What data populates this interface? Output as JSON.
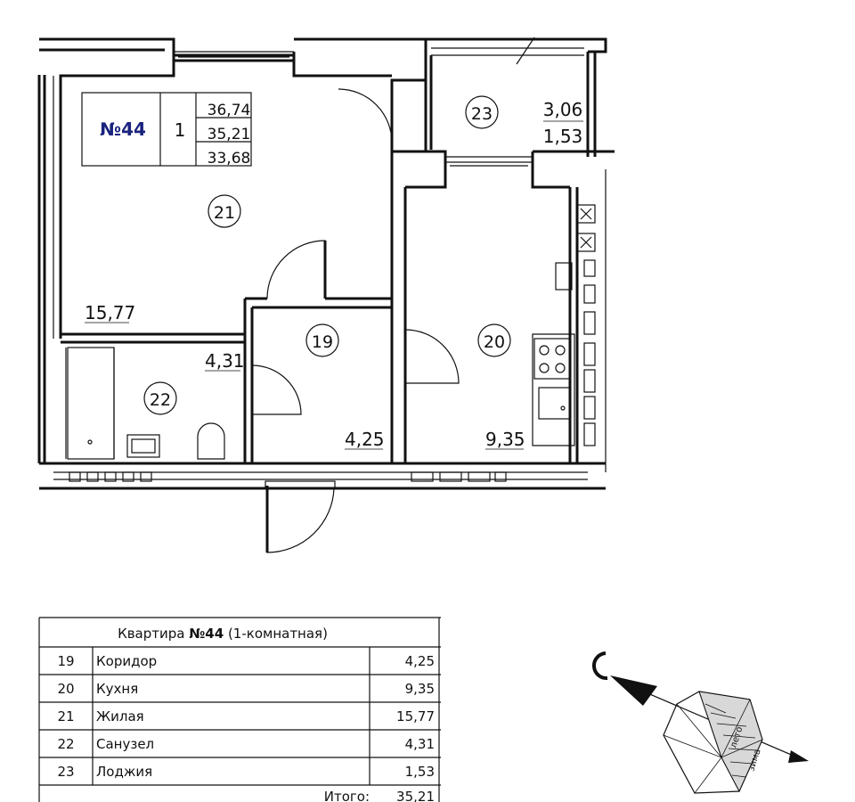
{
  "apartment_label": "№44",
  "rooms_count": "1",
  "area_total": "36,74",
  "area_main": "35,21",
  "area_living": "33,68",
  "rooms": [
    {
      "id": "19",
      "area": "4,25"
    },
    {
      "id": "20",
      "area": "9,35"
    },
    {
      "id": "21",
      "area": "15,77"
    },
    {
      "id": "22",
      "area": "4,31"
    },
    {
      "id": "23",
      "area": "3,06",
      "area_reduced": "1,53"
    }
  ],
  "table": {
    "title_prefix": "Квартира",
    "title_number": "№44",
    "title_suffix": "(1-комнатная)",
    "rows": [
      {
        "num": "19",
        "name": "Коридор",
        "area": "4,25"
      },
      {
        "num": "20",
        "name": "Кухня",
        "area": "9,35"
      },
      {
        "num": "21",
        "name": "Жилая",
        "area": "15,77"
      },
      {
        "num": "22",
        "name": "Санузел",
        "area": "4,31"
      },
      {
        "num": "23",
        "name": "Лоджия",
        "area": "1,53"
      }
    ],
    "total_label": "Итого:",
    "total_value": "35,21"
  },
  "wind_rose": {
    "summer_label": "лето",
    "winter_label": "зима"
  },
  "colors": {
    "lines": "#111111",
    "label_blue": "#1a237e"
  }
}
